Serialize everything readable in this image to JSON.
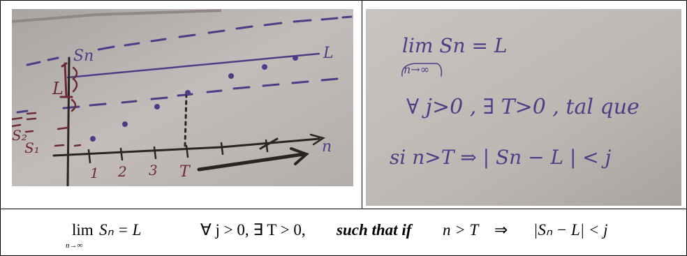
{
  "left_photo": {
    "labels": {
      "sn_top": "Sn",
      "L_right": "L",
      "L_left": "L",
      "s2": "S₂",
      "s1": "S₁",
      "n_axis": "n",
      "tick_1": "1",
      "tick_2": "2",
      "tick_3": "3",
      "tick_T": "T"
    }
  },
  "right_photo": {
    "line1": "lim Sn = L",
    "line1_sub": "n→∞",
    "line2": "∀ j>0 , ∃ T>0 , tal que",
    "line3": "si  n>T ⇒ | Sn − L | < j"
  },
  "caption": {
    "lim_word": "lim",
    "lim_sub": "n→∞",
    "lim_rest": "Sₙ = L",
    "condition": "∀ j > 0, ∃ T > 0,",
    "such_that": "such that  if",
    "n_gt_T": "n > T",
    "implies": "⇒",
    "abs_expr": "|Sₙ − L| < j"
  },
  "colors": {
    "board_background": "#b9b3b0",
    "blue_ink": "#4a3f86",
    "red_ink": "#6e2a32",
    "black_ink": "#2b2424"
  }
}
